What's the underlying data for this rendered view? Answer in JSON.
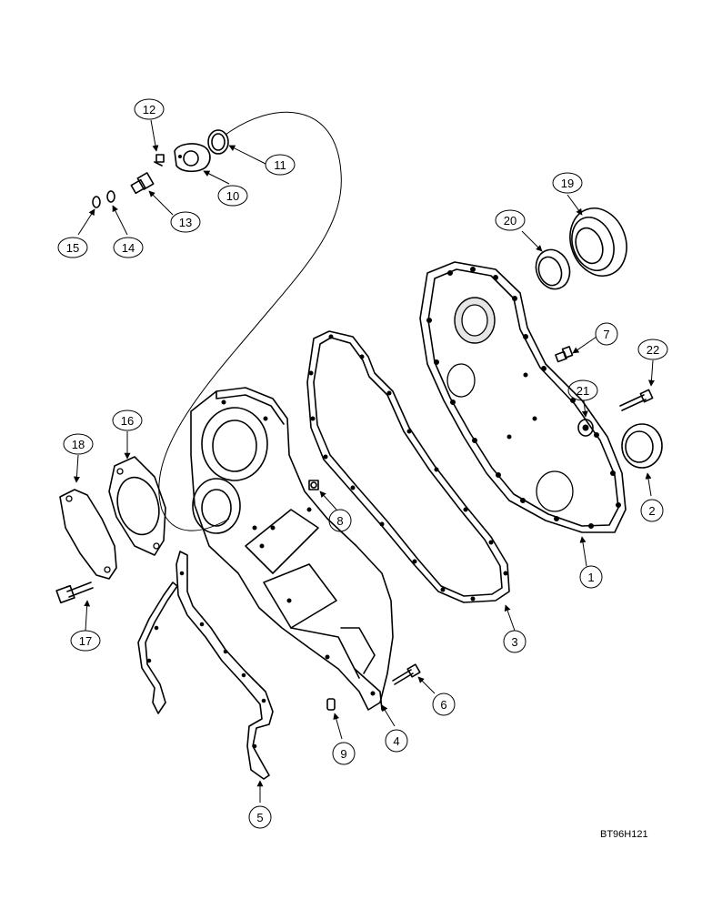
{
  "drawing_code": "BT96H121",
  "callouts": [
    {
      "id": "c1",
      "label": "1"
    },
    {
      "id": "c2",
      "label": "2"
    },
    {
      "id": "c3",
      "label": "3"
    },
    {
      "id": "c4",
      "label": "4"
    },
    {
      "id": "c5",
      "label": "5"
    },
    {
      "id": "c6",
      "label": "6"
    },
    {
      "id": "c7",
      "label": "7"
    },
    {
      "id": "c8",
      "label": "8"
    },
    {
      "id": "c9",
      "label": "9"
    },
    {
      "id": "c10",
      "label": "10"
    },
    {
      "id": "c11",
      "label": "11"
    },
    {
      "id": "c12",
      "label": "12"
    },
    {
      "id": "c13",
      "label": "13"
    },
    {
      "id": "c14",
      "label": "14"
    },
    {
      "id": "c15",
      "label": "15"
    },
    {
      "id": "c16",
      "label": "16"
    },
    {
      "id": "c17",
      "label": "17"
    },
    {
      "id": "c18",
      "label": "18"
    },
    {
      "id": "c19",
      "label": "19"
    },
    {
      "id": "c20",
      "label": "20"
    },
    {
      "id": "c21",
      "label": "21"
    },
    {
      "id": "c22",
      "label": "22"
    }
  ]
}
